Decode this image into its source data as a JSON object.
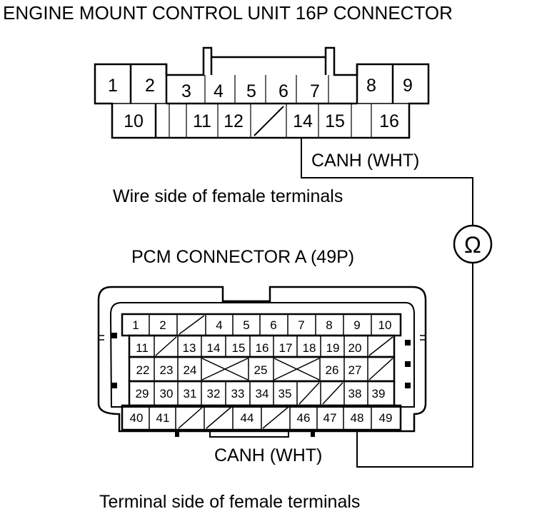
{
  "top_connector": {
    "title": "ENGINE MOUNT CONTROL UNIT 16P CONNECTOR",
    "view_label": "Wire side of female terminals",
    "pins": [
      "1",
      "2",
      "3",
      "4",
      "5",
      "6",
      "7",
      "8",
      "9",
      "10",
      "11",
      "12",
      "14",
      "15",
      "16"
    ],
    "wire_label": "CANH (WHT)"
  },
  "bottom_connector": {
    "title": "PCM CONNECTOR A (49P)",
    "view_label": "Terminal side of female terminals",
    "pins": [
      "1",
      "2",
      "4",
      "5",
      "6",
      "7",
      "8",
      "9",
      "10",
      "11",
      "13",
      "14",
      "15",
      "16",
      "17",
      "18",
      "19",
      "20",
      "22",
      "23",
      "24",
      "25",
      "26",
      "27",
      "29",
      "30",
      "31",
      "32",
      "33",
      "34",
      "35",
      "38",
      "39",
      "40",
      "41",
      "44",
      "46",
      "47",
      "48",
      "49"
    ],
    "wire_label": "CANH (WHT)"
  },
  "meter": {
    "symbol": "Ω",
    "icon": "ohmmeter-icon"
  }
}
